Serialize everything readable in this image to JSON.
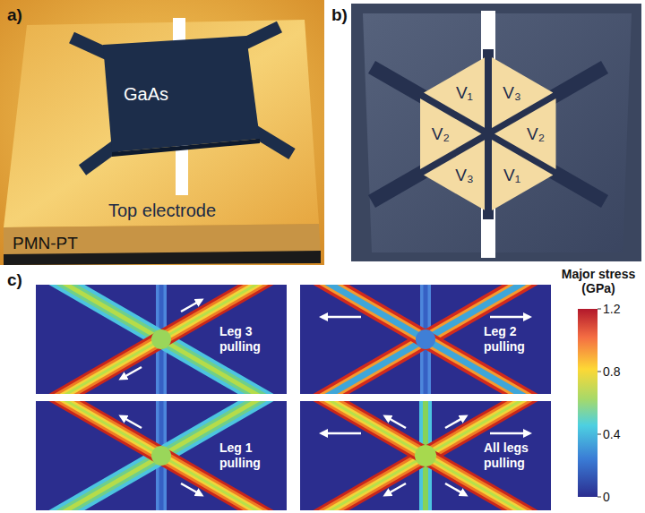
{
  "diagram": {
    "nodes": [
      {
        "text": [
          "V₁"
        ]
      },
      {
        "text": [
          "V₃"
        ]
      },
      {
        "text": [
          "V₂"
        ]
      },
      {
        "text": [
          "V₂"
        ]
      },
      {
        "text": [
          "V₃"
        ]
      },
      {
        "text": [
          "V₁"
        ]
      },
      {
        "text": [
          "Leg 3 pulling"
        ]
      },
      {
        "text": [
          "Leg 2 pulling"
        ]
      },
      {
        "text": [
          "Leg 1 pulling"
        ]
      },
      {
        "text": [
          "All legs pulling"
        ]
      }
    ],
    "labels": [
      "a)",
      "GaAs",
      "Top electrode",
      "PMN-PT",
      "b)",
      "c)",
      "Major stress (GPa)",
      "1.2",
      "0.8",
      "0.4",
      "0"
    ]
  }
}
